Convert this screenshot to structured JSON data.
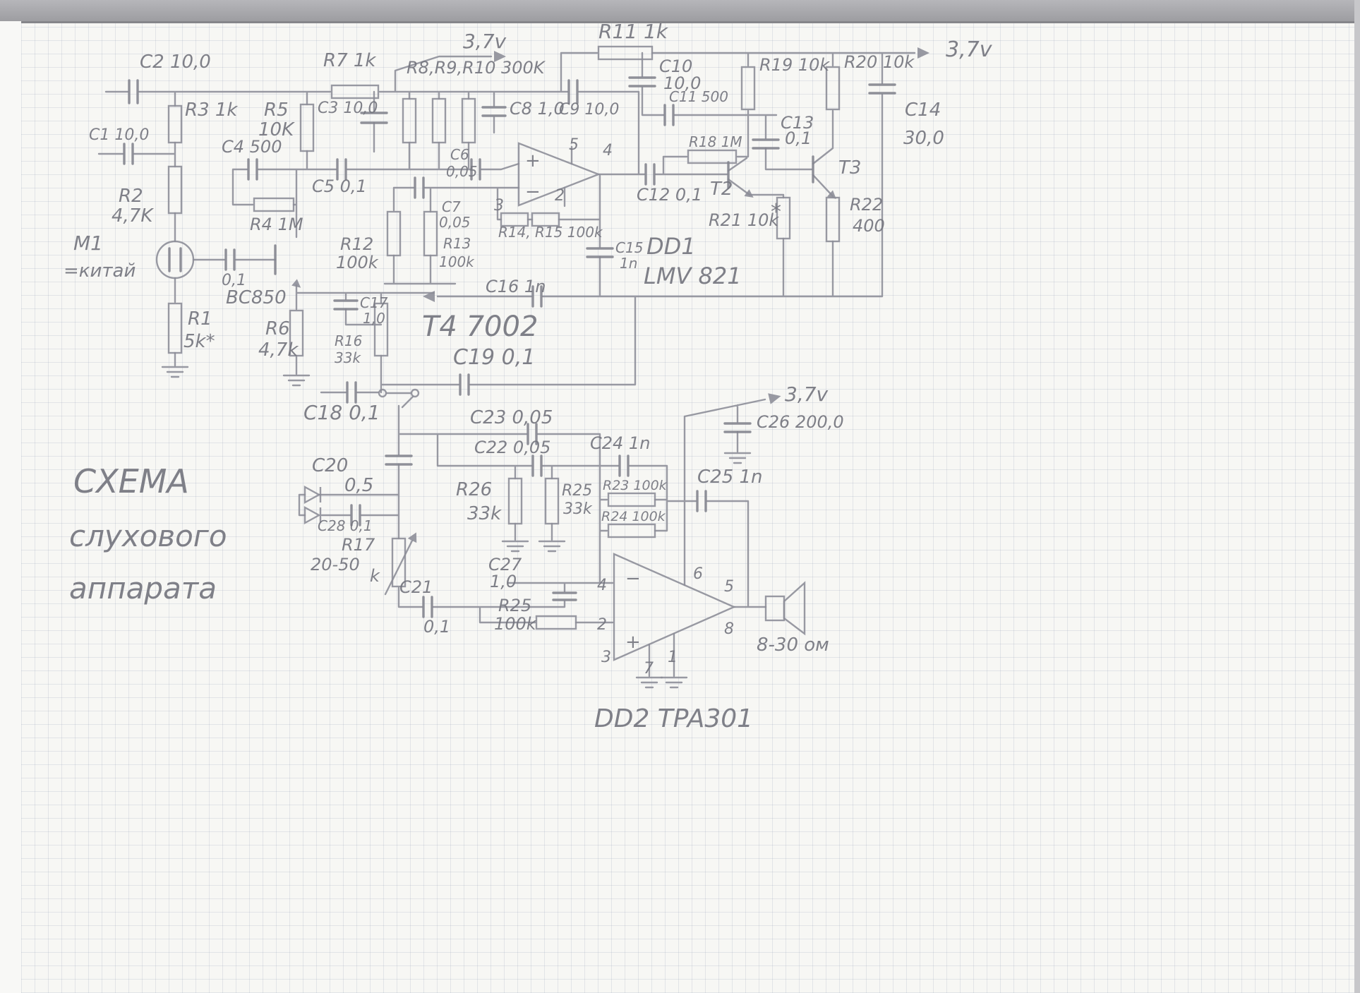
{
  "title": {
    "l1": "СХЕМА",
    "l2": "слухового",
    "l3": "аппарата"
  },
  "labels": {
    "c2": "C2 10,0",
    "c1": "C1 10,0",
    "r3": "R3 1k",
    "r2_name": "R2",
    "r2_val": "4,7K",
    "r5_name": "R5",
    "r5_val": "10K",
    "c4": "C4 500",
    "r7": "R7 1k",
    "v37_top": "3,7v",
    "v37_right": "3,7v",
    "v37_mid": "3,7v",
    "r8r9r10": "R8,R9,R10 300K",
    "c3": "C3 10,0",
    "c8": "C8 1,0",
    "c9": "C9 10,0",
    "r11": "R11 1k",
    "c10_name": "C10",
    "c10_val": "10,0",
    "c11": "C11 500",
    "r19": "R19 10k",
    "r20": "R20 10k",
    "c14_name": "C14",
    "c14_val": "30,0",
    "c13_name": "C13",
    "c13_val": "0,1",
    "r18": "R18 1M",
    "t2": "T2",
    "t3": "T3",
    "r21": "R21 10k",
    "r21_star": "*",
    "r22_name": "R22",
    "r22_val": "400",
    "c12": "C12 0,1",
    "dd1_name": "DD1",
    "dd1_part": "LMV 821",
    "c6_name": "C6",
    "c6_val": "0,05",
    "c7_name": "C7",
    "c7_val": "0,05",
    "r13_name": "R13",
    "r13_val": "100k",
    "r14r15": "R14, R15 100k",
    "c15_name": "C15",
    "c15_val": "1n",
    "c16": "C16 1n",
    "r12_name": "R12",
    "r12_val": "100k",
    "c5": "C5 0,1",
    "r4": "R4 1M",
    "m1_name": "M1",
    "m1_val": "=китай",
    "c_mic": "0,1",
    "bc850": "BC850",
    "r1_name": "R1",
    "r1_val": "5k*",
    "r6_name": "R6",
    "r6_val": "4,7k",
    "c17_name": "C17",
    "c17_val": "1,0",
    "r16_name": "R16",
    "r16_val": "33k",
    "t4": "T4 7002",
    "c19": "C19 0,1",
    "c18": "C18 0,1",
    "c23": "C23 0,05",
    "c22": "C22 0,05",
    "c24": "C24 1n",
    "c26": "C26 200,0",
    "c25": "C25 1n",
    "r26_name": "R26",
    "r26_val": "33k",
    "r25s_name": "R25",
    "r25s_val": "33k",
    "r23": "R23 100k",
    "r24": "R24 100k",
    "c20_name": "C20",
    "c20_val": "0,5",
    "c28": "C28 0,1",
    "r17_name": "R17",
    "r17_val": "20-50",
    "r17_unit": "k",
    "c21_name": "C21",
    "c21_val": "0,1",
    "c27_name": "C27",
    "c27_val": "1,0",
    "r25_name": "R25",
    "r25_val": "100k",
    "dd2_label": "DD2 TPA301",
    "spk": "8-30 ом"
  },
  "dd1": {
    "plus": "+",
    "minus": "−",
    "pin5": "5",
    "pin4": "4",
    "pin2": "2",
    "pin3": "3"
  },
  "dd2": {
    "plus": "+",
    "minus": "−",
    "pin4": "4",
    "pin2": "2",
    "pin3": "3",
    "pin7": "7",
    "pin1": "1",
    "pin6": "6",
    "pin5": "5",
    "pin8": "8"
  }
}
